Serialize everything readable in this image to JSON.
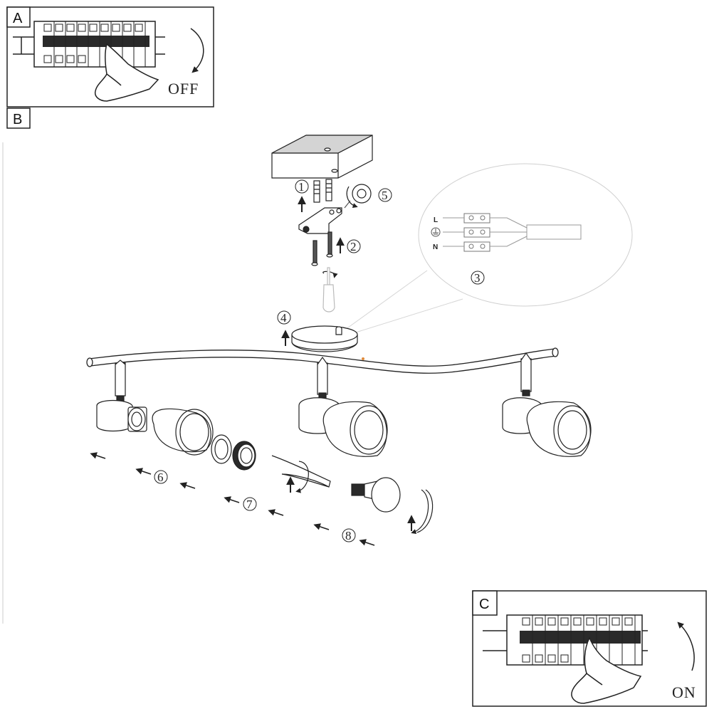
{
  "panels": {
    "a": {
      "label": "A",
      "text": "OFF"
    },
    "b": {
      "label": "B"
    },
    "c": {
      "label": "C",
      "text": "ON"
    }
  },
  "steps": [
    "1",
    "2",
    "3",
    "4",
    "5",
    "6",
    "7",
    "8"
  ],
  "wiring": {
    "live": "L",
    "neutral": "N"
  },
  "colors": {
    "line": "#222222",
    "fill_dark": "#2a2a2a",
    "inset": "#cccccc",
    "accent": "#e08a3a"
  }
}
